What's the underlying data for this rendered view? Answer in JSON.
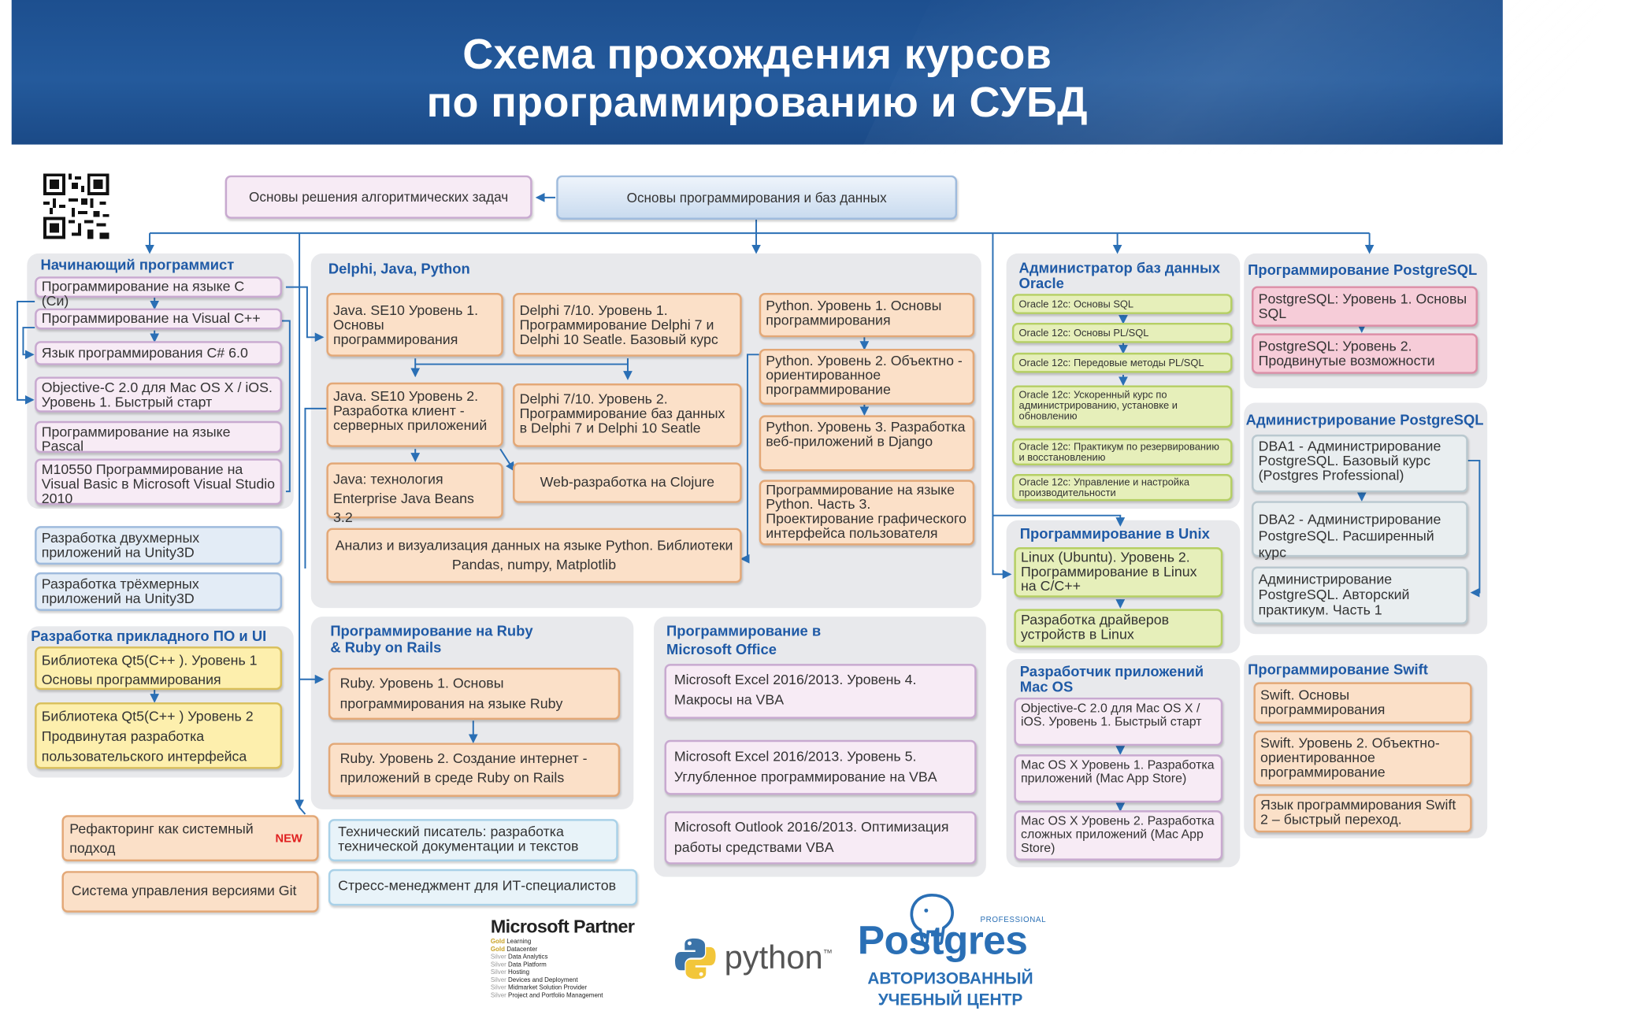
{
  "title_line1": "Схема прохождения курсов",
  "title_line2": "по программированию и СУБД",
  "top": {
    "algo": "Основы решения алгоритмических задач",
    "basics": "Основы программирования и баз данных"
  },
  "beginner": {
    "title": "Начинающий программист",
    "items": [
      "Программирование на языке C (Си)",
      "Программирование на Visual C++",
      "Язык программирования C# 6.0",
      "Objective-C 2.0 для Mac OS X / iOS. Уровень 1. Быстрый старт",
      "Программирование на языке Pascal",
      "M10550 Программирование на Visual Basic в Microsoft Visual Studio 2010"
    ]
  },
  "unity": [
    "Разработка двухмерных приложений на Unity3D",
    "Разработка трёхмерных приложений на Unity3D"
  ],
  "applied": {
    "title": "Разработка прикладного ПО и UI",
    "items": [
      "Библиотека Qt5(C++ ). Уровень 1 Основы программирования",
      "Библиотека Qt5(C++ ) Уровень 2 Продвинутая разработка пользовательского интерфейса"
    ]
  },
  "djp": {
    "title": "Delphi, Java, Python",
    "java1": "Java. SE10 Уровень 1. Основы программирования",
    "java2": "Java. SE10 Уровень 2. Разработка клиент - серверных приложений",
    "ejb": "Java: технология Enterprise Java Beans 3.2",
    "delphi1": "Delphi 7/10. Уровень 1. Программирование Delphi 7 и Delphi 10 Seatle. Базовый курс",
    "delphi2": "Delphi 7/10. Уровень 2. Программирование баз данных в Delphi 7 и Delphi 10 Seatle",
    "clojure": "Web-разработка на Clojure",
    "py1": "Python. Уровень 1. Основы программирования",
    "py2": "Python. Уровень 2. Объектно - ориентированное программирование",
    "py3": "Python. Уровень 3. Разработка веб-приложений в Django",
    "pygui": "Программирование на языке Python. Часть 3. Проектирование графического интерфейса пользователя",
    "analysis": "Анализ и визуализация данных на языке Python. Библиотеки Pandas, numpy, Matplotlib"
  },
  "ruby": {
    "title": "Программирование на Ruby & Ruby on Rails",
    "r1": "Ruby. Уровень 1. Основы программирования на языке Ruby",
    "r2": "Ruby. Уровень 2. Создание интернет - приложений в среде Ruby on Rails"
  },
  "office": {
    "title": "Программирование в Microsoft Office",
    "o1": "Microsoft Excel 2016/2013. Уровень 4. Макросы на VBA",
    "o2": "Microsoft Excel 2016/2013. Уровень 5. Углубленное программирование на VBA",
    "o3": "Microsoft Outlook 2016/2013. Оптимизация работы средствами VBA"
  },
  "misc": {
    "refactor": "Рефакторинг как системный подход",
    "new": "NEW",
    "git": "Система управления версиями Git",
    "techwriter": "Технический писатель: разработка технической документации и текстов",
    "stress": "Стресс-менеджмент для ИТ-специалистов"
  },
  "oracle": {
    "title": "Администратор баз данных Oracle",
    "items": [
      "Oracle 12c: Основы SQL",
      "Oracle 12c: Основы PL/SQL",
      "Oracle 12c: Передовые методы PL/SQL",
      "Oracle 12c: Ускоренный курс по администрированию, установке и обновлению",
      "Oracle 12c: Практикум по резервированию и восстановлению",
      "Oracle 12c: Управление и настройка производительности"
    ]
  },
  "unix": {
    "title": "Программирование в Unix",
    "items": [
      "Linux (Ubuntu). Уровень 2. Программирование в Linux на C/C++",
      "Разработка драйверов устройств в Linux"
    ]
  },
  "mac": {
    "title": "Разработчик приложений Mac OS",
    "items": [
      "Objective-C 2.0 для Mac OS X / iOS. Уровень 1. Быстрый старт",
      "Mac OS X Уровень 1. Разработка приложений (Mac App Store)",
      "Mac OS X Уровень 2. Разработка сложных приложений (Mac App Store)"
    ]
  },
  "pgprog": {
    "title": "Программирование PostgreSQL",
    "items": [
      "PostgreSQL: Уровень 1. Основы SQL",
      "PostgreSQL: Уровень 2. Продвинутые возможности"
    ]
  },
  "pgadmin": {
    "title": "Администрирование PostgreSQL",
    "items": [
      "DBA1 - Администрирование PostgreSQL. Базовый курс (Postgres Professional)",
      "DBA2 - Администрирование PostgreSQL. Расширенный курс",
      "Администрирование PostgreSQL. Авторский практикум. Часть 1"
    ]
  },
  "swift": {
    "title": "Программирование Swift",
    "items": [
      "Swift. Основы программирования",
      "Swift. Уровень 2. Объектно-ориентированное программирование",
      "Язык программирования Swift 2 – быстрый переход."
    ]
  },
  "logos": {
    "ms_title": "Microsoft Partner",
    "ms_lines": [
      {
        "level": "Gold",
        "text": "Learning"
      },
      {
        "level": "Gold",
        "text": "Datacenter"
      },
      {
        "level": "Silver",
        "text": "Data Analytics"
      },
      {
        "level": "Silver",
        "text": "Data Platform"
      },
      {
        "level": "Silver",
        "text": "Hosting"
      },
      {
        "level": "Silver",
        "text": "Devices and Deployment"
      },
      {
        "level": "Silver",
        "text": "Midmarket Solution Provider"
      },
      {
        "level": "Silver",
        "text": "Project and Portfolio Management"
      }
    ],
    "python": "python",
    "python_tm": "™",
    "pg_word": "Postgres",
    "pg_pro": "PROFESSIONAL",
    "pg_auth1": "АВТОРИЗОВАННЫЙ",
    "pg_auth2": "УЧЕБНЫЙ ЦЕНТР"
  }
}
